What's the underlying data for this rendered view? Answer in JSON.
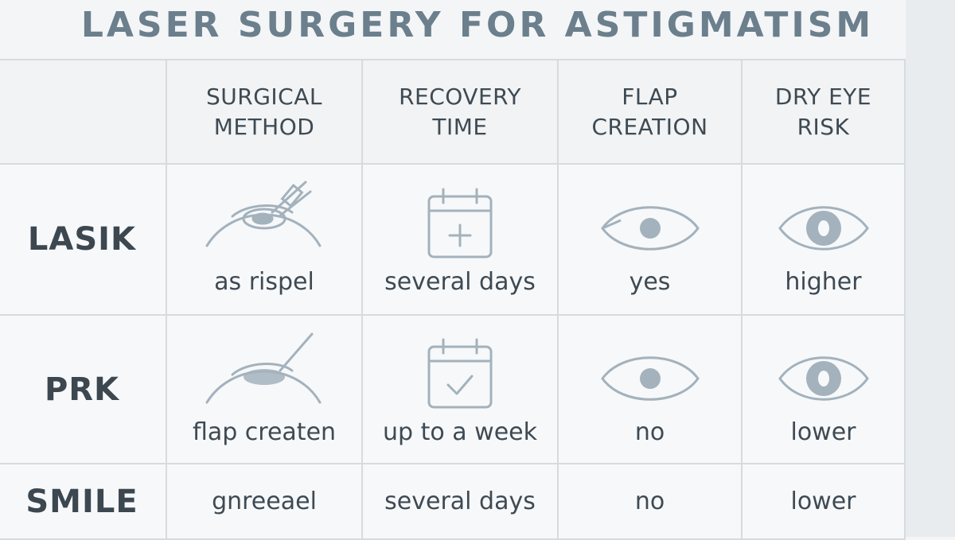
{
  "title": "LASER SURGERY FOR ASTIGMATISM",
  "table": {
    "headers": [
      "",
      "SURGICAL\nMETHOD",
      "RECOVERY\nTIME",
      "FLAP\nCREATION",
      "DRY EYE\nRISK"
    ],
    "rows": [
      {
        "label": "LASIK",
        "method": "as rispel",
        "recovery": "several days",
        "flap": "yes",
        "dry_eye": "higher"
      },
      {
        "label": "PRK",
        "method": "flap createn",
        "recovery": "up to a week",
        "flap": "no",
        "dry_eye": "lower"
      },
      {
        "label": "SMILE",
        "method": "gnreeael",
        "recovery": "several days",
        "flap": "no",
        "dry_eye": "lower"
      }
    ]
  },
  "colors": {
    "icon": "#a3b2bc",
    "text": "#3e4a53",
    "title": "#6b7f8c",
    "grid": "#d6dbdf"
  }
}
